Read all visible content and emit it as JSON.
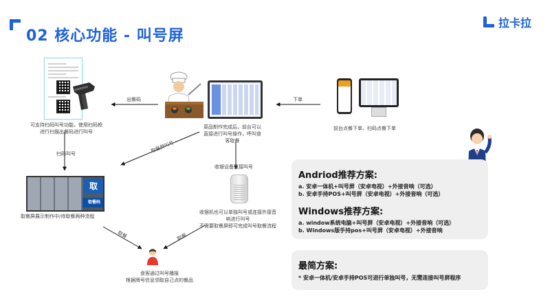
{
  "header": {
    "title": "02 核心功能 - 叫号屏",
    "logo_text": "拉卡拉",
    "accent_color": "#1e62d6"
  },
  "captions": {
    "scan_function": [
      "可支持扫码叫号功能，使用扫码枪",
      "进行扫描出餐码进行叫号"
    ],
    "kitchen": [
      "菜品制作完成后，前台可以",
      "直接进行叫号操作，呼叫食",
      "客取餐"
    ],
    "pos_order": "前台点餐下单、扫码点餐下单",
    "screen_display": "取餐屏展示制作中/待取餐两种流程",
    "speaker_desc": [
      "收银机也可以单独叫号或连接外接音",
      "响进行叫号",
      "不需要取餐屏即可完成叫号取餐流程"
    ],
    "customer_desc": [
      "食客通过叫号播报",
      "根据牌号信息领取自己点的餐品"
    ]
  },
  "arrow_labels": {
    "output_code": "出餐码",
    "place_order": "下单",
    "scan_call": "扫码叫号",
    "pickup_screen_call": "取餐屏叫号",
    "receive_device": "收银设备直接叫号",
    "pickup_left": "取餐",
    "pickup_right": "取餐"
  },
  "queue_screen": {
    "badge": "取",
    "banner": "取餐码"
  },
  "panels": {
    "android": {
      "heading": "Andriod推荐方案:",
      "lines": [
        "a. 安卓一体机+叫号屏（安卓电视）+外接音响（可选）",
        "b. 安卓手持POS+叫号屏（安卓电视）+外接音响（可选）"
      ]
    },
    "windows": {
      "heading": "Windows推荐方案:",
      "lines": [
        "a. window系统电脑+叫号屏（安卓电视）+外接音响（可选）",
        "b. Windows版手持pos+叫号屏（安卓电视）+外接音响"
      ]
    },
    "simplest": {
      "heading": "最简方案:",
      "lines": [
        "* 安卓一体机/安卓手持POS可进行单独叫号，无需连接叫号屏程序"
      ]
    }
  }
}
